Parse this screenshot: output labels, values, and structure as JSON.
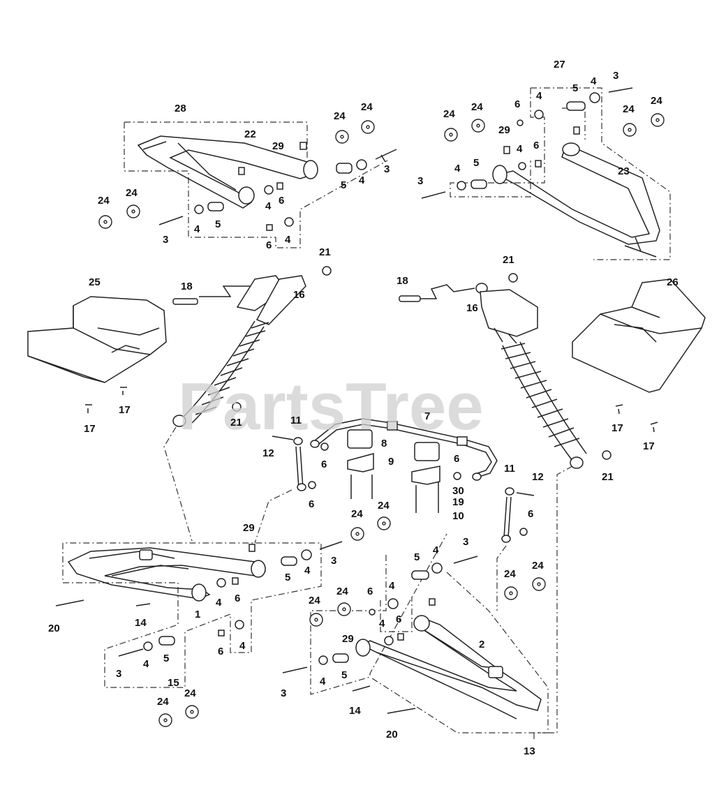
{
  "watermark": "PartsTree",
  "callouts": [
    {
      "id": "c28",
      "text": "28"
    },
    {
      "id": "c22",
      "text": "22"
    },
    {
      "id": "c29a",
      "text": "29"
    },
    {
      "id": "c24a",
      "text": "24"
    },
    {
      "id": "c24b",
      "text": "24"
    },
    {
      "id": "c3a",
      "text": "3"
    },
    {
      "id": "c5a",
      "text": "5"
    },
    {
      "id": "c4a",
      "text": "4"
    },
    {
      "id": "c4b",
      "text": "4"
    },
    {
      "id": "c6a",
      "text": "6"
    },
    {
      "id": "c24c",
      "text": "24"
    },
    {
      "id": "c24d",
      "text": "24"
    },
    {
      "id": "c3b",
      "text": "3"
    },
    {
      "id": "c4c",
      "text": "4"
    },
    {
      "id": "c5b",
      "text": "5"
    },
    {
      "id": "c6b",
      "text": "6"
    },
    {
      "id": "c4d",
      "text": "4"
    },
    {
      "id": "c27",
      "text": "27"
    },
    {
      "id": "c3c",
      "text": "3"
    },
    {
      "id": "c5c",
      "text": "5"
    },
    {
      "id": "c4e",
      "text": "4"
    },
    {
      "id": "c4f",
      "text": "4"
    },
    {
      "id": "c6c",
      "text": "6"
    },
    {
      "id": "c24e",
      "text": "24"
    },
    {
      "id": "c24f",
      "text": "24"
    },
    {
      "id": "c24g",
      "text": "24"
    },
    {
      "id": "c24h",
      "text": "24"
    },
    {
      "id": "c29b",
      "text": "29"
    },
    {
      "id": "c4g",
      "text": "4"
    },
    {
      "id": "c6d",
      "text": "6"
    },
    {
      "id": "c4h",
      "text": "4"
    },
    {
      "id": "c5d",
      "text": "5"
    },
    {
      "id": "c3d",
      "text": "3"
    },
    {
      "id": "c23",
      "text": "23"
    },
    {
      "id": "c21a",
      "text": "21"
    },
    {
      "id": "c18a",
      "text": "18"
    },
    {
      "id": "c16a",
      "text": "16"
    },
    {
      "id": "c25",
      "text": "25"
    },
    {
      "id": "c17a",
      "text": "17"
    },
    {
      "id": "c17b",
      "text": "17"
    },
    {
      "id": "c21b",
      "text": "21"
    },
    {
      "id": "c18b",
      "text": "18"
    },
    {
      "id": "c21c",
      "text": "21"
    },
    {
      "id": "c16b",
      "text": "16"
    },
    {
      "id": "c26",
      "text": "26"
    },
    {
      "id": "c17c",
      "text": "17"
    },
    {
      "id": "c17d",
      "text": "17"
    },
    {
      "id": "c21d",
      "text": "21"
    },
    {
      "id": "c11a",
      "text": "11"
    },
    {
      "id": "c12a",
      "text": "12"
    },
    {
      "id": "c6e",
      "text": "6"
    },
    {
      "id": "c6f",
      "text": "6"
    },
    {
      "id": "c7",
      "text": "7"
    },
    {
      "id": "c8",
      "text": "8"
    },
    {
      "id": "c9",
      "text": "9"
    },
    {
      "id": "c6g",
      "text": "6"
    },
    {
      "id": "c30",
      "text": "30"
    },
    {
      "id": "c19",
      "text": "19"
    },
    {
      "id": "c10",
      "text": "10"
    },
    {
      "id": "c24i",
      "text": "24"
    },
    {
      "id": "c24j",
      "text": "24"
    },
    {
      "id": "c11b",
      "text": "11"
    },
    {
      "id": "c12b",
      "text": "12"
    },
    {
      "id": "c6h",
      "text": "6"
    },
    {
      "id": "c29c",
      "text": "29"
    },
    {
      "id": "c3e",
      "text": "3"
    },
    {
      "id": "c5e",
      "text": "5"
    },
    {
      "id": "c4i",
      "text": "4"
    },
    {
      "id": "c4j",
      "text": "4"
    },
    {
      "id": "c6i",
      "text": "6"
    },
    {
      "id": "c1",
      "text": "1"
    },
    {
      "id": "c14a",
      "text": "14"
    },
    {
      "id": "c20a",
      "text": "20"
    },
    {
      "id": "c3f",
      "text": "3"
    },
    {
      "id": "c4k",
      "text": "4"
    },
    {
      "id": "c5f",
      "text": "5"
    },
    {
      "id": "c15",
      "text": "15"
    },
    {
      "id": "c6j",
      "text": "6"
    },
    {
      "id": "c4l",
      "text": "4"
    },
    {
      "id": "c24k",
      "text": "24"
    },
    {
      "id": "c24l",
      "text": "24"
    },
    {
      "id": "c3g",
      "text": "3"
    },
    {
      "id": "c5g",
      "text": "5"
    },
    {
      "id": "c4m",
      "text": "4"
    },
    {
      "id": "c24m",
      "text": "24"
    },
    {
      "id": "c24n",
      "text": "24"
    },
    {
      "id": "c6k",
      "text": "6"
    },
    {
      "id": "c4n",
      "text": "4"
    },
    {
      "id": "c24o",
      "text": "24"
    },
    {
      "id": "c24p",
      "text": "24"
    },
    {
      "id": "c2",
      "text": "2"
    },
    {
      "id": "c4o",
      "text": "4"
    },
    {
      "id": "c6l",
      "text": "6"
    },
    {
      "id": "c29d",
      "text": "29"
    },
    {
      "id": "c3h",
      "text": "3"
    },
    {
      "id": "c4p",
      "text": "4"
    },
    {
      "id": "c5h",
      "text": "5"
    },
    {
      "id": "c14b",
      "text": "14"
    },
    {
      "id": "c20b",
      "text": "20"
    },
    {
      "id": "c13",
      "text": "13"
    }
  ]
}
